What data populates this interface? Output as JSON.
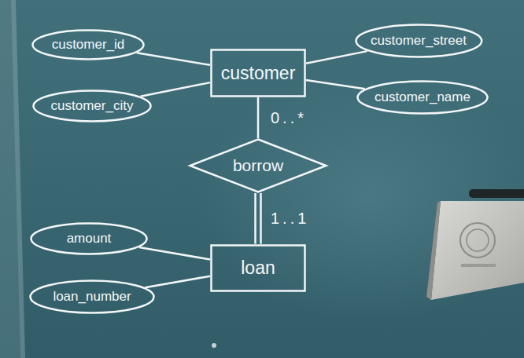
{
  "diagram": {
    "nodes": [
      {
        "text": [
          "customer_id"
        ]
      },
      {
        "text": [
          "customer"
        ]
      },
      {
        "text": [
          "customer_street"
        ]
      },
      {
        "text": [
          "customer_city"
        ]
      },
      {
        "text": [
          "customer_name"
        ]
      },
      {
        "text": [
          "borrow"
        ]
      },
      {
        "text": [
          "amount"
        ]
      },
      {
        "text": [
          "loan"
        ]
      },
      {
        "text": [
          "loan_number"
        ]
      }
    ],
    "edges": [
      {
        "from": 0,
        "to": 1,
        "arrow": "none"
      },
      {
        "from": 1,
        "to": 2,
        "arrow": "none"
      },
      {
        "from": 3,
        "to": 1,
        "arrow": "none"
      },
      {
        "from": 1,
        "to": 4,
        "arrow": "none"
      },
      {
        "from": 1,
        "to": 5,
        "arrow": "none",
        "label": "0..*"
      },
      {
        "from": 5,
        "to": 7,
        "arrow": "none",
        "label": "1..1"
      },
      {
        "from": 6,
        "to": 7,
        "arrow": "none"
      },
      {
        "from": 8,
        "to": 7,
        "arrow": "none"
      }
    ]
  }
}
